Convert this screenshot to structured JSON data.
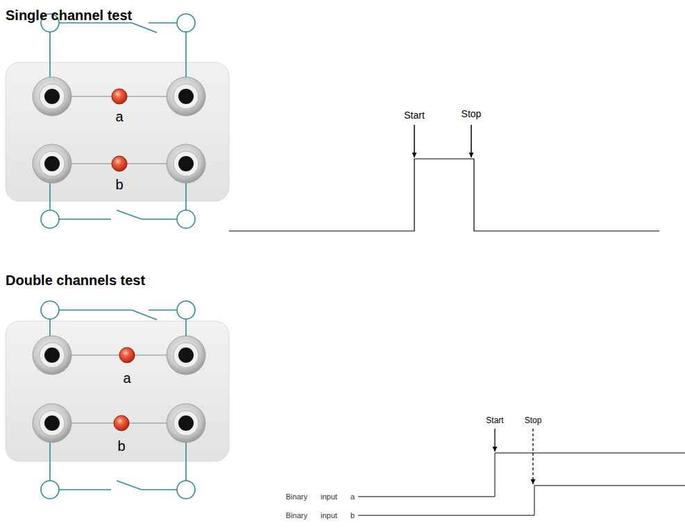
{
  "diagram": {
    "labels": [
      "Single channel test",
      "a",
      "b",
      "Start",
      "Stop",
      "Double channels test",
      "a",
      "b",
      "Start",
      "Stop",
      "Binary input a",
      "Binary input b"
    ]
  }
}
